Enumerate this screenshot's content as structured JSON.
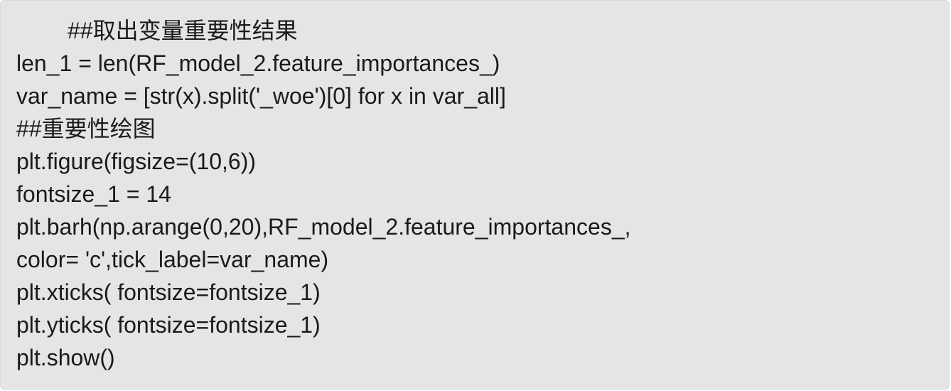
{
  "code": {
    "lines": [
      "##取出变量重要性结果",
      "len_1 = len(RF_model_2.feature_importances_)",
      "var_name = [str(x).split('_woe')[0] for x in var_all]",
      "##重要性绘图",
      "plt.figure(figsize=(10,6))",
      "fontsize_1 = 14",
      "plt.barh(np.arange(0,20),RF_model_2.feature_importances_,",
      "color= 'c',tick_label=var_name)",
      "plt.xticks( fontsize=fontsize_1)",
      "plt.yticks( fontsize=fontsize_1)",
      "plt.show()"
    ]
  }
}
